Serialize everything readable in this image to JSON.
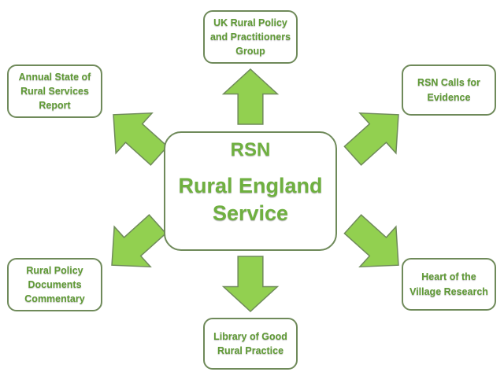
{
  "center": {
    "abbr": "RSN",
    "name": "Rural England\nService"
  },
  "nodes": {
    "top": "UK Rural Policy\nand Practitioners\nGroup",
    "top_left": "Annual State of\nRural Services\nReport",
    "top_right": "RSN Calls for\nEvidence",
    "bottom_left": "Rural Policy\nDocuments\nCommentary",
    "bottom_right": "Heart of the\nVillage Research",
    "bottom": "Library of Good\nRural Practice"
  },
  "colors": {
    "arrow_fill": "#92d050",
    "arrow_stroke": "#6f8a5a",
    "node_border": "#6f8a5a",
    "text_green": "#5f9a35"
  }
}
